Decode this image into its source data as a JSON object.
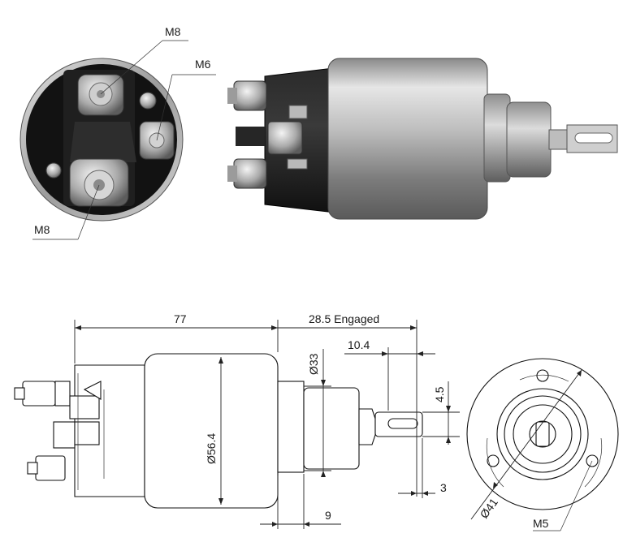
{
  "photos": {
    "end_view": {
      "callouts": [
        {
          "id": "m8-top",
          "text": "M8"
        },
        {
          "id": "m6",
          "text": "M6"
        },
        {
          "id": "m8-bottom",
          "text": "M8"
        }
      ]
    }
  },
  "drawing": {
    "dimensions": {
      "body_length": "77",
      "engaged_travel": "28.5 Engaged",
      "plunger_extension": "10.4",
      "nose_diameter": "Ø33",
      "body_diameter": "Ø56.4",
      "slot_width": "4.5",
      "slot_thickness": "3",
      "nose_length": "9",
      "bolt_circle": "Ø41",
      "mount_thread": "M5"
    }
  },
  "colors": {
    "metal_light": "#d8d8d8",
    "metal_dark": "#6e6e6e",
    "cap_black": "#1b1b1b",
    "line": "#1a1a1a"
  }
}
